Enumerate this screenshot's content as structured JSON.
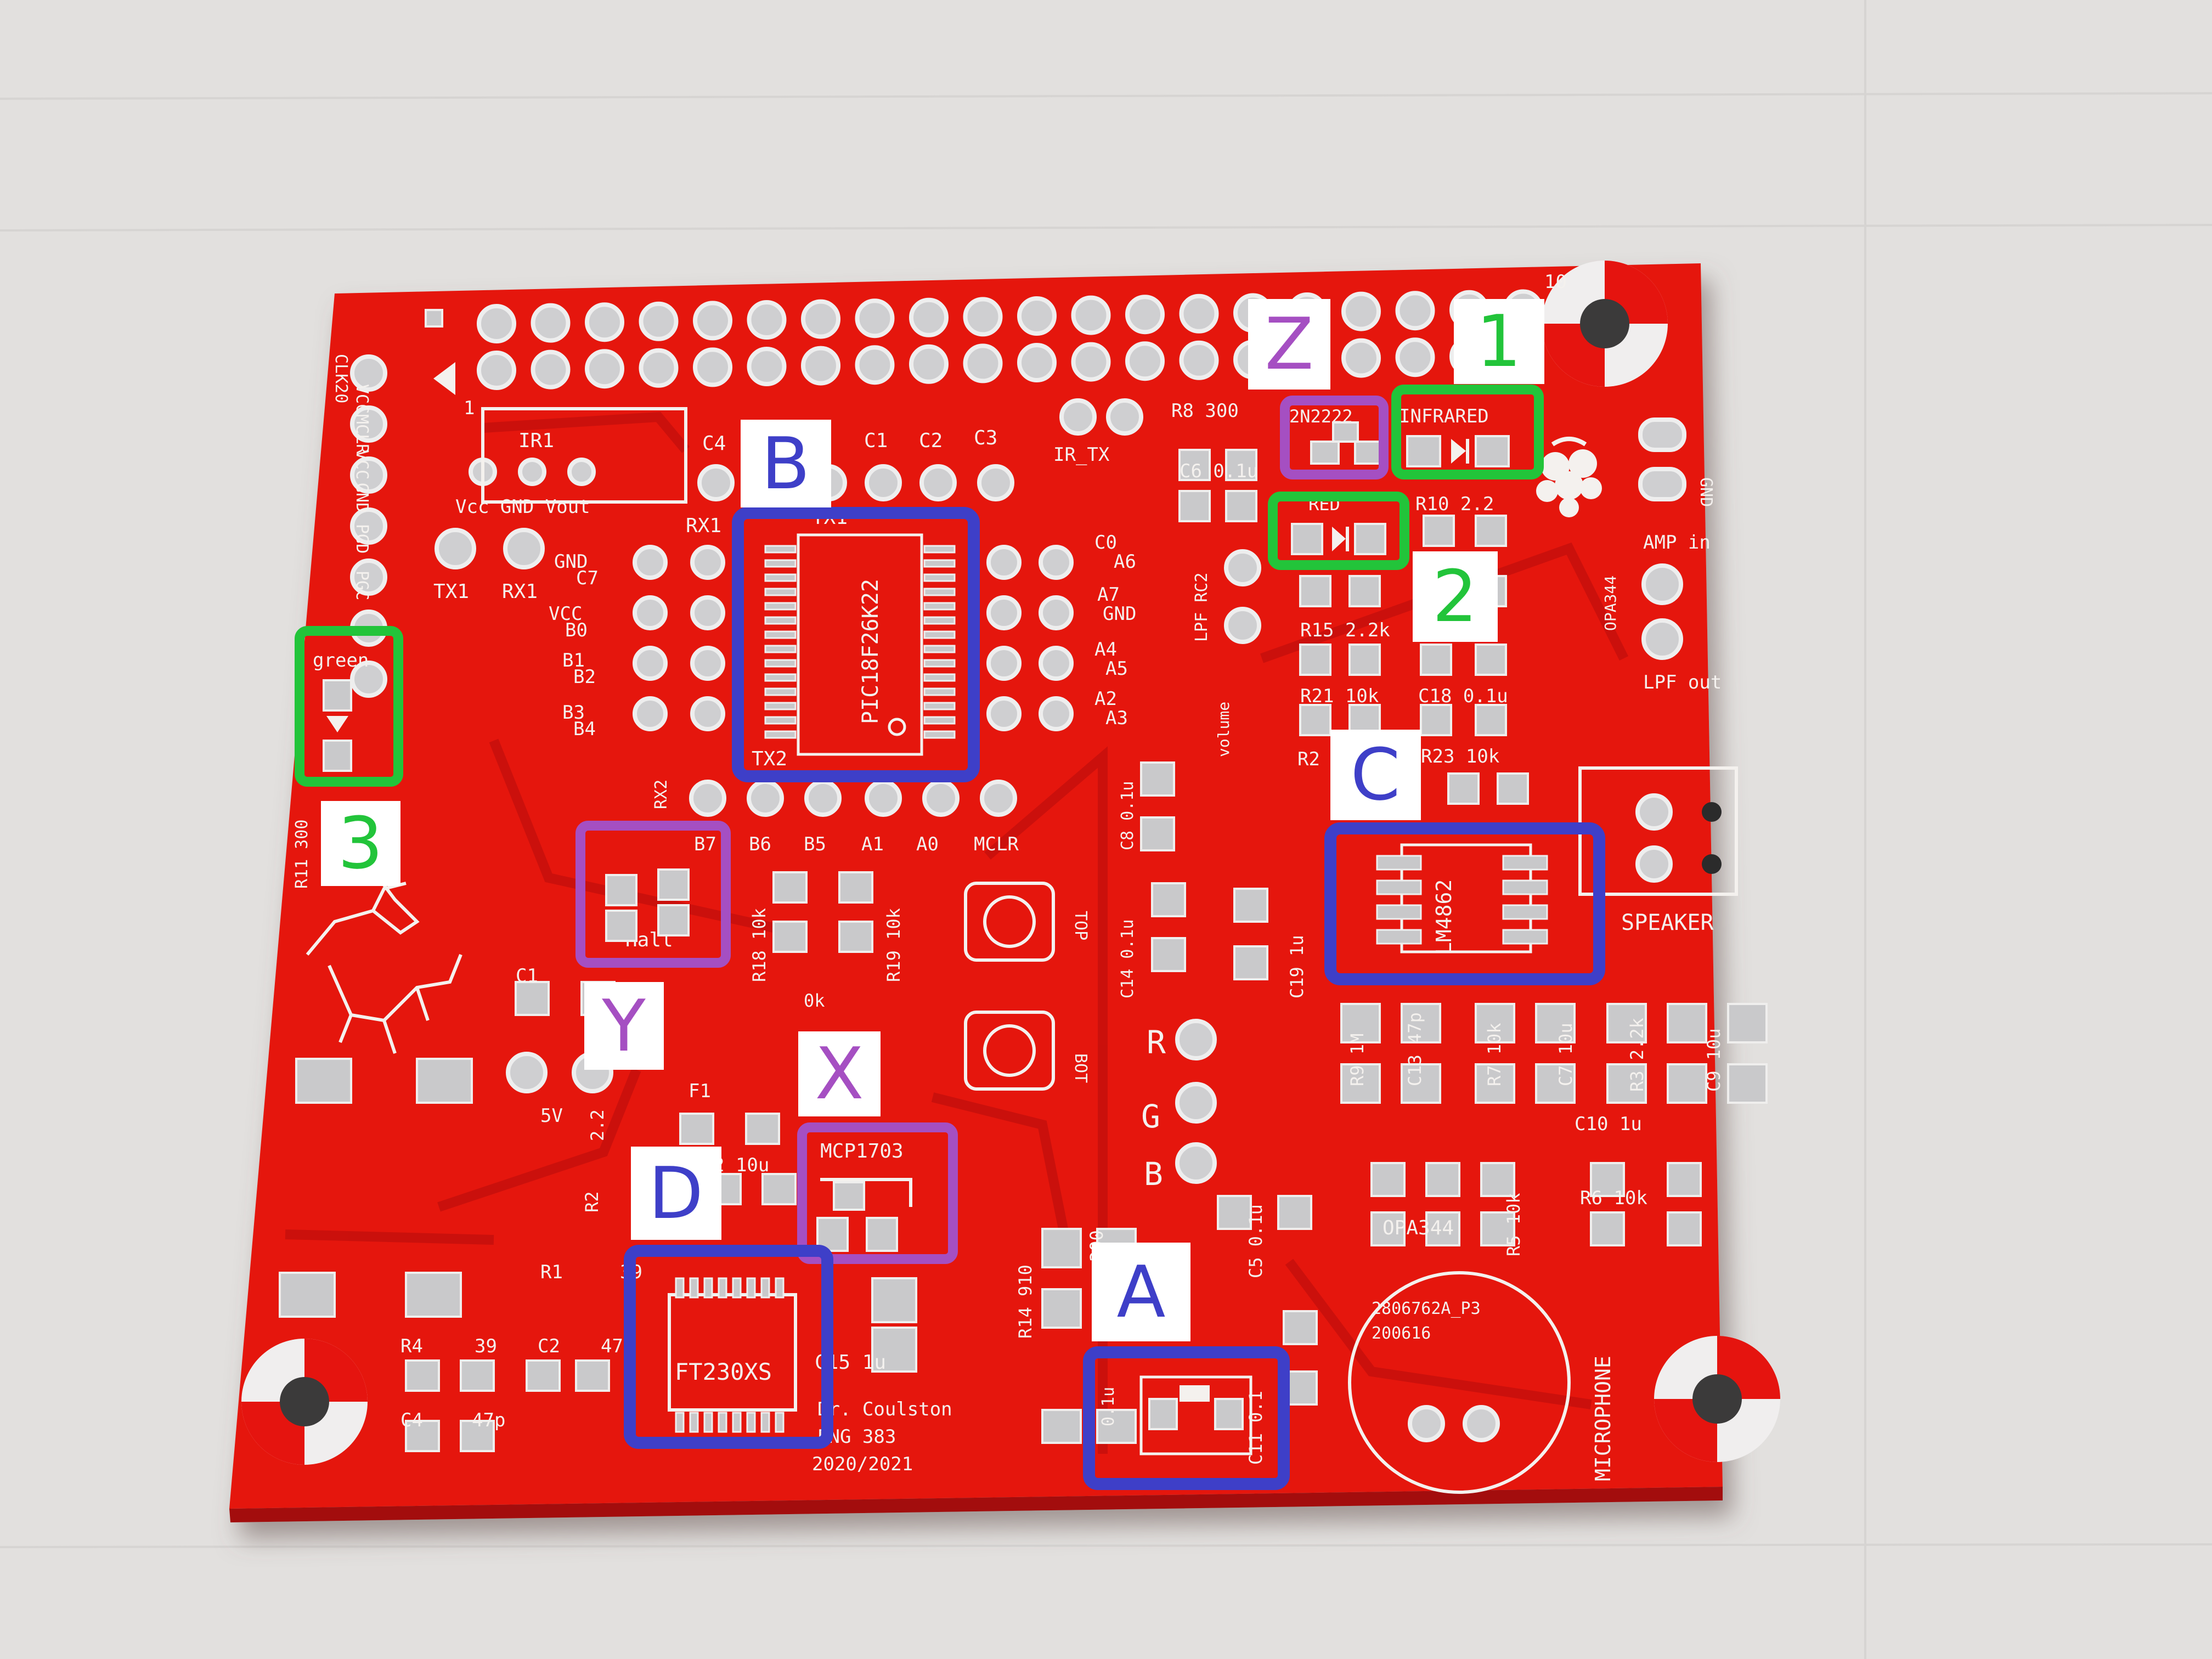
{
  "colors": {
    "background": "#e2e0de",
    "board": "#e5140f",
    "silkscreen": "#f4f1ee",
    "label_green": "#22c43a",
    "label_purple": "#a54fc2",
    "label_blue": "#3e3fc8"
  },
  "board": {
    "header_pin_marks": [
      "1",
      "10"
    ],
    "left_header": {
      "labels": [
        "CLK20",
        "VCC",
        "MCLR",
        "VCC",
        "GND",
        "PGD",
        "PGC"
      ]
    },
    "silk": {
      "ir1": "IR1",
      "ir1_pins": "Vcc GND Vout",
      "tx1": "TX1",
      "rx1": "RX1",
      "rx1b": "RX1",
      "tx1b": "TX1",
      "tx2": "TX2",
      "rx2": "RX2",
      "left_pins": [
        "GND",
        "C7",
        "VCC",
        "B0",
        "B1",
        "B2",
        "B3",
        "B4"
      ],
      "right_pins": [
        "C0",
        "A6",
        "A7",
        "GND",
        "A4",
        "A5",
        "A2",
        "A3"
      ],
      "caps_top": [
        "C4",
        "C6",
        "C1",
        "C2",
        "C3"
      ],
      "bottom_pins": [
        "B7",
        "B6",
        "B5",
        "A1",
        "A0",
        "MCLR"
      ],
      "mcu": "PIC18F26K22",
      "ir_tx": "IR_TX",
      "r8": "R8  300",
      "c6": "C6  0.1u",
      "q": "2N2222",
      "infrared": "INFRARED",
      "red": "RED",
      "r10": "R10 2.2",
      "r15": "R15 2.2k",
      "r21": "R21 10k",
      "c18": "C18 0.1u",
      "r23": "R23  10k",
      "r2x": "R2",
      "lpf_rc2": "LPF RC2",
      "volume": "volume",
      "amp_in": "AMP in",
      "lpf_out": "LPF out",
      "opa": "OPA344",
      "gnd_right": "GND",
      "lm": "LM4862",
      "speaker": "SPEAKER",
      "green": "green",
      "r11": "R11 300",
      "hall": "Hall",
      "r18": "R18 10k",
      "r19": "R19 10k",
      "r20": "0k",
      "top": "TOP",
      "bot": "BOT",
      "c8": "C8  0.1u",
      "c14": "C14 0.1u",
      "c19": "C19  1u",
      "rgb": [
        "R",
        "G",
        "B"
      ],
      "c1": "C1",
      "v5": "5V",
      "f1": "F1",
      "r2": "R2",
      "v22": "2.2",
      "c10u": "2 10u",
      "mcp": "MCP1703",
      "r1": "R1",
      "r1v": "39",
      "r4": "R4",
      "r4v": "39",
      "c2": "C2",
      "c2v": "47p",
      "c4": "C4",
      "c4v": "47p",
      "ft": "FT230XS",
      "c15": "C15  1u",
      "credit": [
        "Dr. Coulston",
        "ENG 383",
        "2020/2021"
      ],
      "r14": "R14 910",
      "r300": "300",
      "c5": "C5  0.1u",
      "c11": "C11 0.1",
      "c01": "0.1u",
      "r9": "R9   1M",
      "c13": "C13  47p",
      "r7": "R7   10k",
      "c7": "C7   10u",
      "r3": "R3   2.2k",
      "c9": "C9   10u",
      "c10": "C10  1u",
      "opa2": "OPA344",
      "r5": "R5   10k",
      "r6": "R6  10k",
      "mic_part": [
        "2806762A_P3",
        "200616"
      ],
      "microphone": "MICROPHONE"
    }
  },
  "annotations": [
    {
      "id": "1",
      "color": "green",
      "text": "1"
    },
    {
      "id": "2",
      "color": "green",
      "text": "2"
    },
    {
      "id": "3",
      "color": "green",
      "text": "3"
    },
    {
      "id": "Z",
      "color": "purple",
      "text": "Z"
    },
    {
      "id": "Y",
      "color": "purple",
      "text": "Y"
    },
    {
      "id": "X",
      "color": "purple",
      "text": "X"
    },
    {
      "id": "A",
      "color": "blue",
      "text": "A"
    },
    {
      "id": "B",
      "color": "blue",
      "text": "B"
    },
    {
      "id": "C",
      "color": "blue",
      "text": "C"
    },
    {
      "id": "D",
      "color": "blue",
      "text": "D"
    }
  ]
}
